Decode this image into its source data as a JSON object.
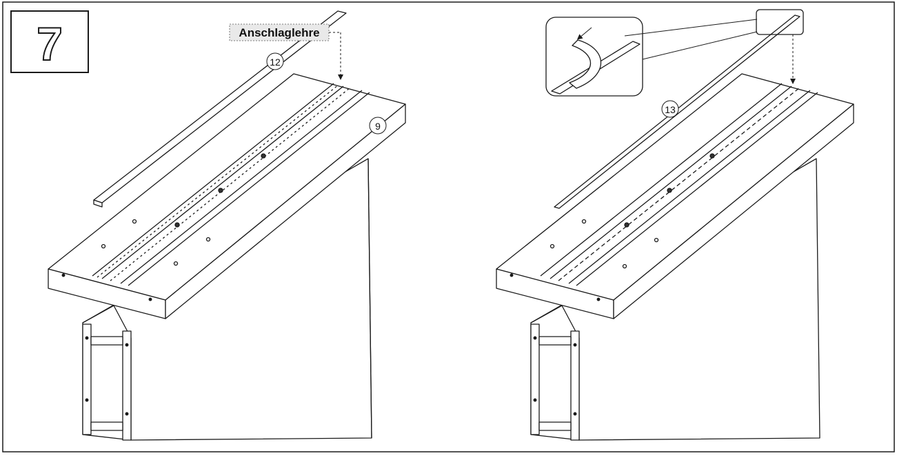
{
  "step": {
    "number": "7"
  },
  "left_panel": {
    "label": "Anschlaglehre",
    "part_strip": "12",
    "part_board": "9"
  },
  "right_panel": {
    "part_strip": "13"
  },
  "colors": {
    "line": "#1a1a1a",
    "paper": "#ffffff",
    "fill": "#ffffff",
    "label_bg": "#e9e9e9"
  }
}
